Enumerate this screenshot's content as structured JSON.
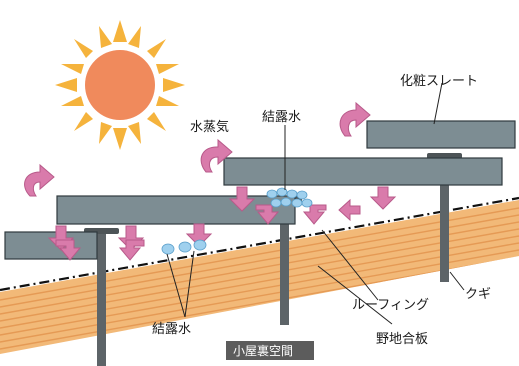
{
  "labels": {
    "slate": "化粧スレート",
    "vapor": "水蒸気",
    "condensation_top": "結露水",
    "condensation_bottom": "結露水",
    "roofing": "ルーフィング",
    "nail": "クギ",
    "sheathing": "野地合板",
    "attic": "小屋裏空間"
  },
  "colors": {
    "sun_core": "#f08a5c",
    "sun_rays": "#f5b33c",
    "slate": "#7d8d93",
    "wood": "#f2b978",
    "wood_grain": "#e59a55",
    "arrow_pink": "#d97bab",
    "droplet": "#9fd0ee",
    "nail": "#5d6468",
    "attic_label_bg": "#5c5c5c"
  }
}
